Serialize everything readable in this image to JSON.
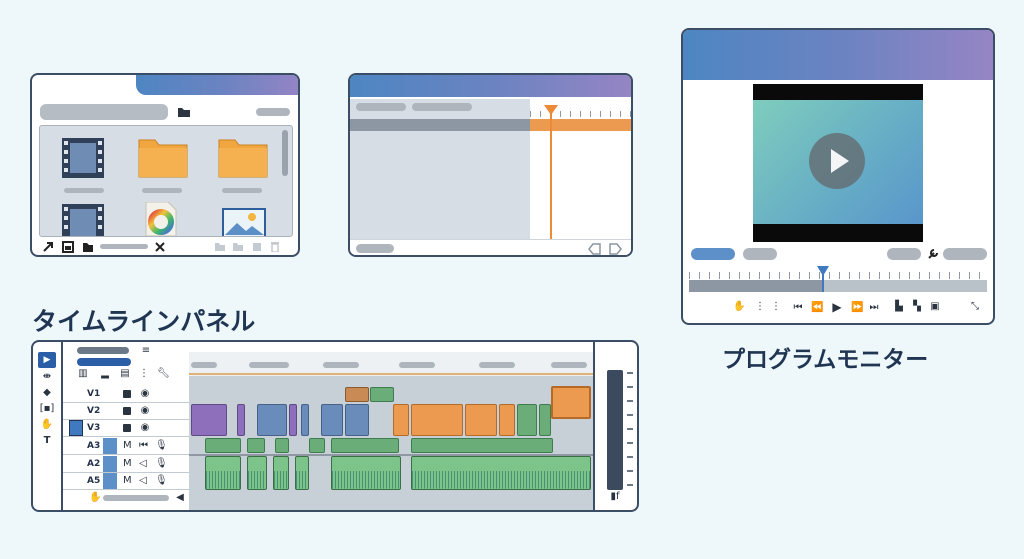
{
  "labels": {
    "timeline_title": "タイムラインパネル",
    "program_title": "プログラムモニター"
  },
  "timeline": {
    "video_tracks": [
      "V1",
      "V2",
      "V3"
    ],
    "audio_tracks": [
      "A3",
      "A2",
      "A5"
    ]
  },
  "icons": {
    "selection_tool": "selection-arrow-icon",
    "ripple_tool": "ripple-edit-icon",
    "razor_tool": "razor-icon",
    "slip_tool": "slip-icon",
    "hand_tool": "hand-icon",
    "type_tool": "type-tool-icon",
    "play": "play-icon",
    "folder": "folder-icon",
    "film": "film-icon",
    "wrench": "wrench-icon"
  },
  "colors": {
    "accent_orange": "#ec9a4f",
    "video_purple": "#8e6fbc",
    "video_blue": "#6a8cbb",
    "audio_green": "#6aad79",
    "header_gradient_start": "#4d86c2",
    "header_gradient_end": "#9785c5"
  }
}
